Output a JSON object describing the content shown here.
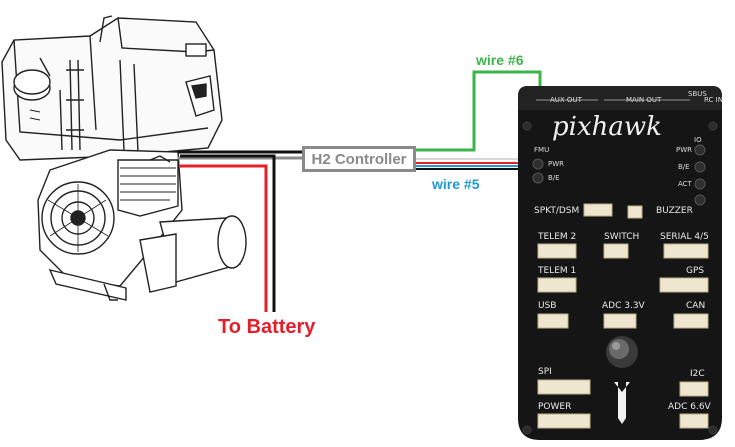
{
  "labels": {
    "h2_controller": "H2 Controller",
    "wire6": "wire #6",
    "wire5": "wire #5",
    "to_battery": "To Battery"
  },
  "pixhawk": {
    "brand": "pixhawk",
    "aux_out": "AUX OUT",
    "main_out": "MAIN OUT",
    "sbus": "SBUS",
    "rc_in": "RC IN",
    "fmu": "FMU",
    "pwr": "PWR",
    "be": "B/E",
    "io": "IO",
    "act": "ACT",
    "spkt_dsm": "SPKT/DSM",
    "buzzer": "BUZZER",
    "telem2": "TELEM 2",
    "switch": "SWITCH",
    "serial45": "SERIAL 4/5",
    "telem1": "TELEM 1",
    "gps": "GPS",
    "usb": "USB",
    "adc33": "ADC 3.3V",
    "can": "CAN",
    "spi": "SPI",
    "i2c": "I2C",
    "power": "POWER",
    "adc66": "ADC 6.6V"
  },
  "colors": {
    "wire6": "#3cb44b",
    "wire5": "#1e9ad6",
    "battery": "#e3202a",
    "controller": "#8a8a8a",
    "pixhawk_body": "#151515"
  }
}
